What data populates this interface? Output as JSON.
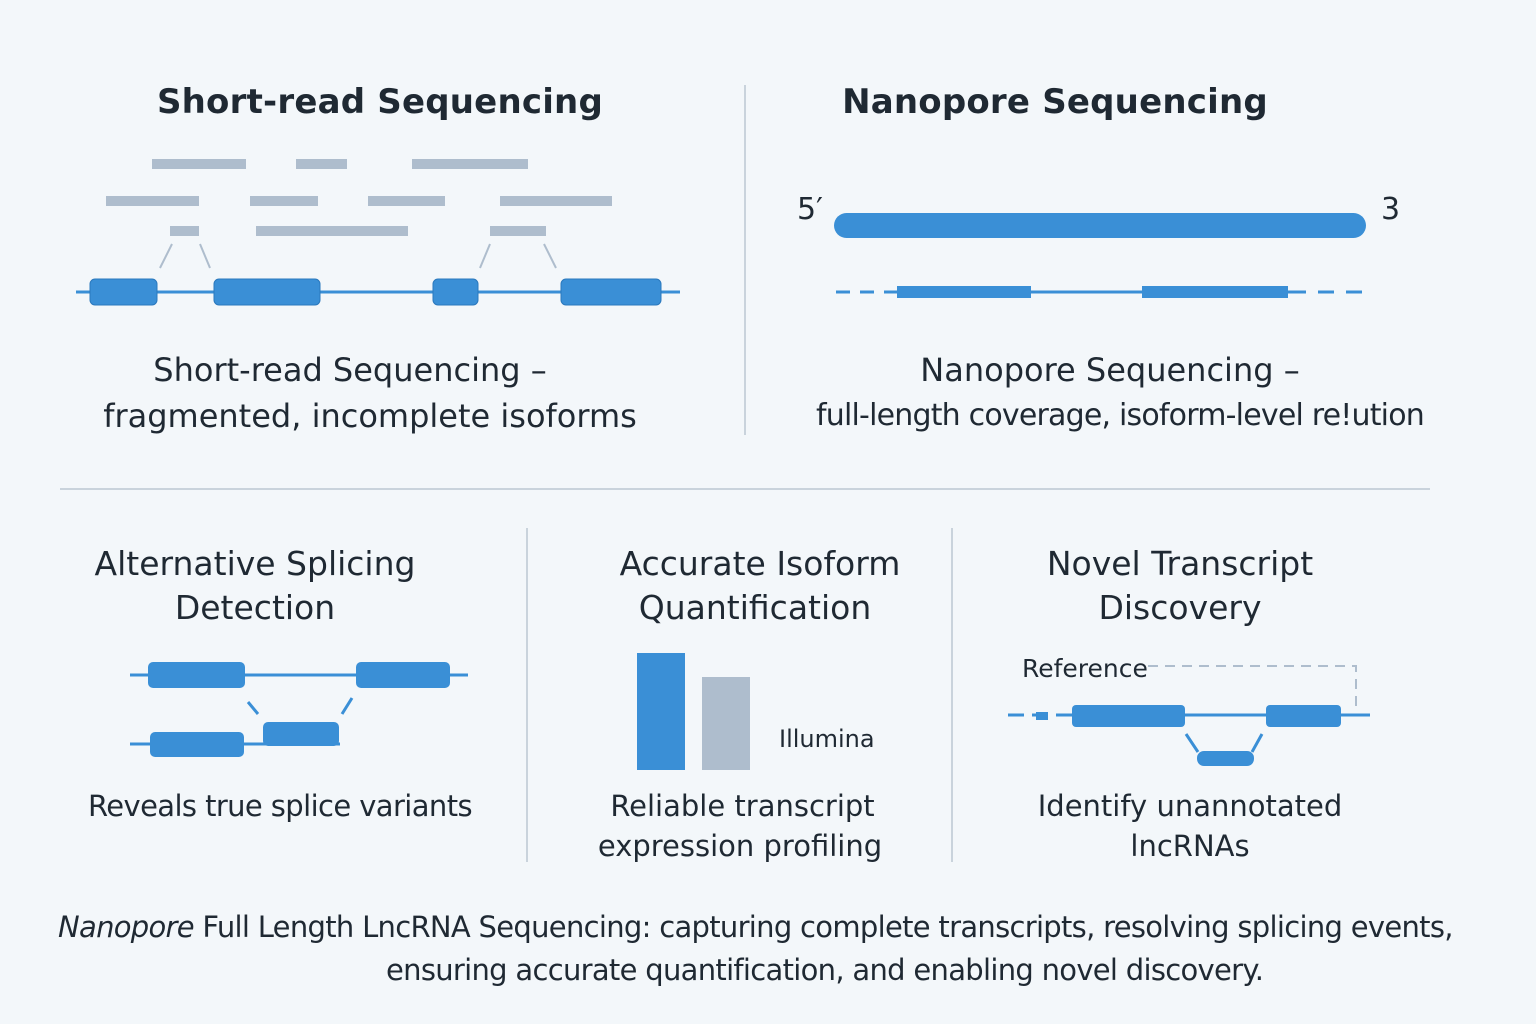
{
  "top_left": {
    "title": "Short-read Sequencing",
    "caption_line1": "Short-read Sequencing –",
    "caption_line2": "fragmented, incomplete isoforms"
  },
  "top_right": {
    "title": "Nanopore Sequencing",
    "label_5": "5′",
    "label_3": "3",
    "caption_line1": "Nanopore Sequencing –",
    "caption_line2": "full-length coverage, isoform-level re!ution"
  },
  "bottom_left": {
    "title_line1": "Alternative Splicing",
    "title_line2": "Detection",
    "caption": "Reveals true splice variants"
  },
  "bottom_middle": {
    "title_line1": "Accurate Isoform",
    "title_line2": "Quantification",
    "bar_label": "Illumina",
    "caption_line1": "Reliable transcript",
    "caption_line2": "expression profiling"
  },
  "bottom_right": {
    "title_line1": "Novel Transcript",
    "title_line2": "Discovery",
    "reference_label": "Reference",
    "caption_line1": "Identify unannotated",
    "caption_line2": "lncRNAs"
  },
  "footer": {
    "italic_word": "Nanopore",
    "line1_rest": " Full Length LncRNA Sequencing: capturing complete transcripts, resolving splicing events,",
    "line2": "ensuring accurate quantification, and enabling novel discovery."
  },
  "colors": {
    "exon_blue": "#3a8fd6",
    "read_gray": "#aebdcd",
    "divider": "#c9d3dc"
  }
}
